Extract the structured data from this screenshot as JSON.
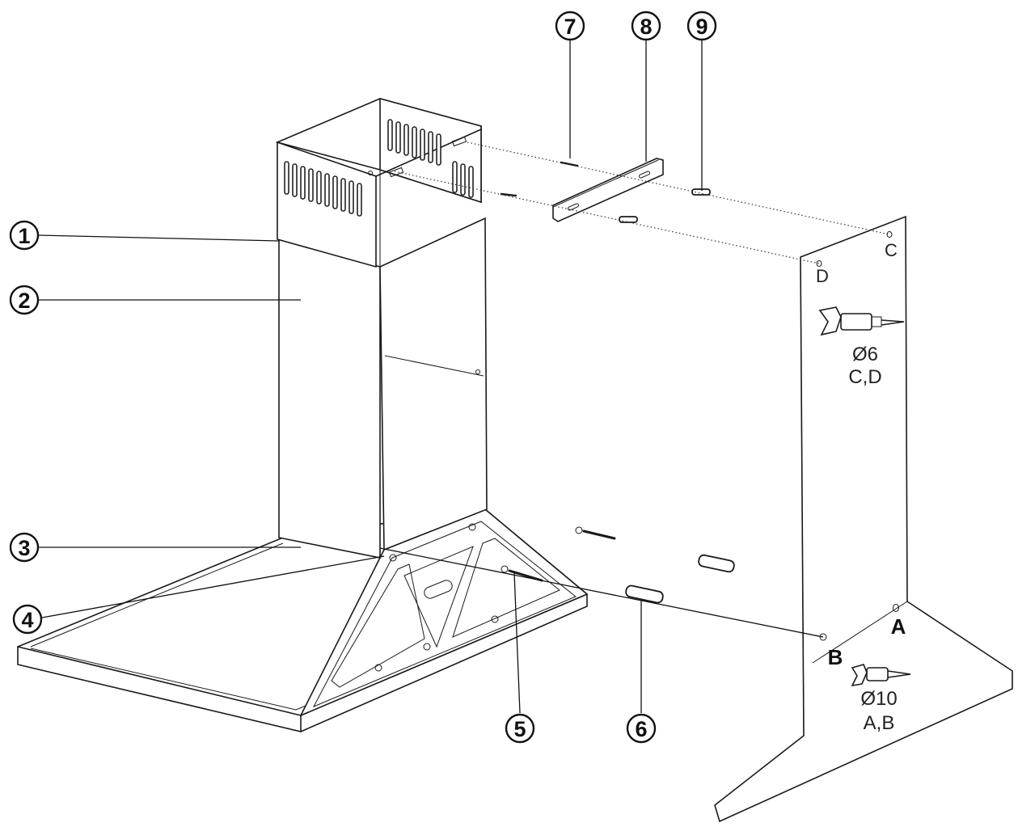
{
  "callouts": [
    {
      "id": "1",
      "label": "1"
    },
    {
      "id": "2",
      "label": "2"
    },
    {
      "id": "3",
      "label": "3"
    },
    {
      "id": "4",
      "label": "4"
    },
    {
      "id": "5",
      "label": "5"
    },
    {
      "id": "6",
      "label": "6"
    },
    {
      "id": "7",
      "label": "7"
    },
    {
      "id": "8",
      "label": "8"
    },
    {
      "id": "9",
      "label": "9"
    }
  ],
  "holes": {
    "A": "A",
    "B": "B",
    "C": "C",
    "D": "D"
  },
  "drill_small": {
    "diameter": "Ø6",
    "holes": "C,D"
  },
  "drill_large": {
    "diameter": "Ø10",
    "holes": "A,B"
  }
}
